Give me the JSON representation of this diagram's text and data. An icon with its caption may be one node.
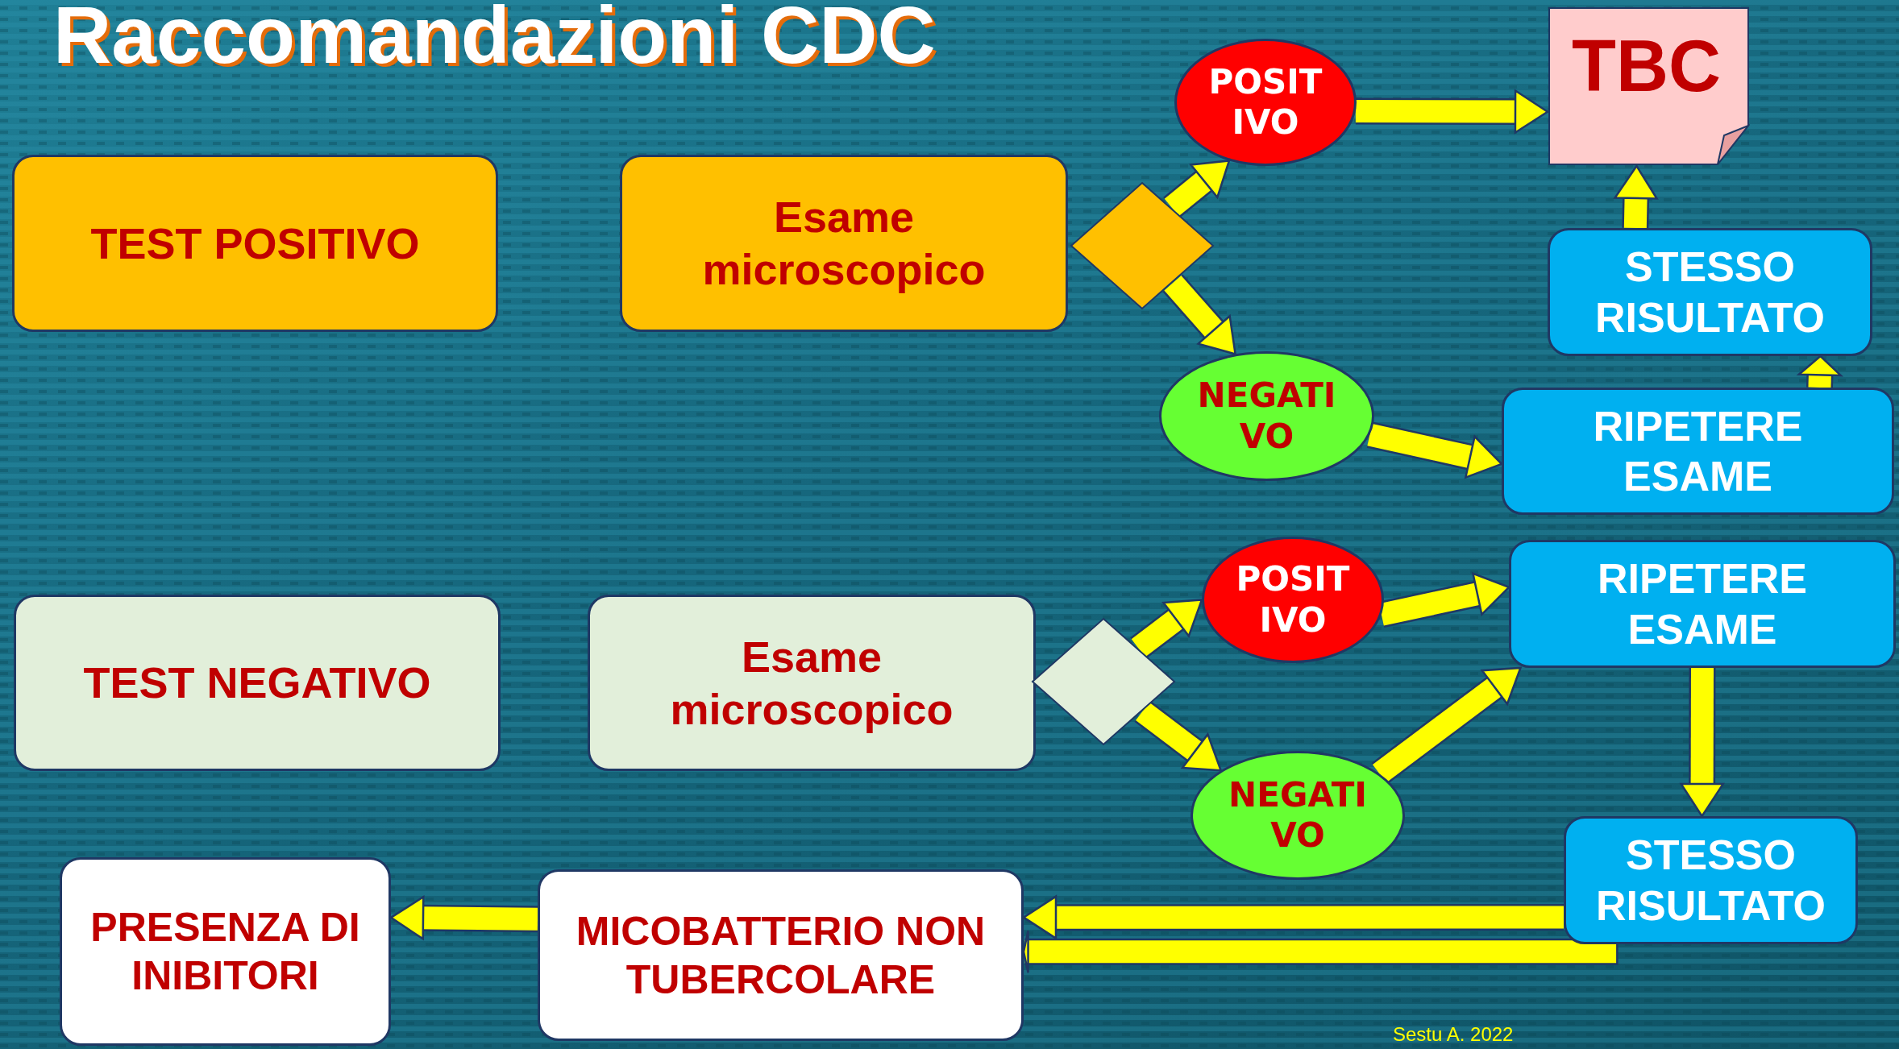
{
  "diagram": {
    "title": "Raccomandazioni CDC",
    "nodes": [
      {
        "text": [
          "TEST POSITIVO"
        ]
      },
      {
        "text": [
          "Esame microscopico"
        ]
      },
      {
        "text": [],
        "shape": "diamond"
      },
      {
        "text": [
          "POSIT IVO"
        ]
      },
      {
        "text": [
          "NEGATI VO"
        ]
      },
      {
        "text": [
          "TBC"
        ]
      },
      {
        "text": [
          "STESSO RISULTATO"
        ]
      },
      {
        "text": [
          "RIPETERE ESAME"
        ]
      },
      {
        "text": [
          "TEST NEGATIVO"
        ]
      },
      {
        "text": [
          "Esame microscopico"
        ]
      },
      {
        "text": [],
        "shape": "diamond"
      },
      {
        "text": [
          "POSIT IVO"
        ]
      },
      {
        "text": [
          "NEGATI VO"
        ]
      },
      {
        "text": [
          "RIPETERE ESAME"
        ]
      },
      {
        "text": [
          "STESSO RISULTATO"
        ]
      },
      {
        "text": [
          "MICOBATTERIO NON TUBERCOLARE"
        ]
      },
      {
        "text": [
          "PRESENZA DI INIBITORI"
        ]
      }
    ],
    "edges": [
      {
        "from": 2,
        "to": 3,
        "arrow": "to"
      },
      {
        "from": 2,
        "to": 4,
        "arrow": "to"
      },
      {
        "from": 3,
        "to": 5,
        "arrow": "to"
      },
      {
        "from": 4,
        "to": 7,
        "arrow": "to"
      },
      {
        "from": 7,
        "to": 6,
        "arrow": "to"
      },
      {
        "from": 6,
        "to": 5,
        "arrow": "to"
      },
      {
        "from": 10,
        "to": 11,
        "arrow": "to"
      },
      {
        "from": 10,
        "to": 12,
        "arrow": "to"
      },
      {
        "from": 11,
        "to": 13,
        "arrow": "to"
      },
      {
        "from": 12,
        "to": 13,
        "arrow": "to"
      },
      {
        "from": 13,
        "to": 14,
        "arrow": "to"
      },
      {
        "from": 14,
        "to": 15,
        "arrow": "to"
      },
      {
        "from": 14,
        "to": 15,
        "arrow": "to"
      },
      {
        "from": 15,
        "to": 16,
        "arrow": "to"
      }
    ],
    "labels": [
      "Sestu A. 2022"
    ]
  }
}
